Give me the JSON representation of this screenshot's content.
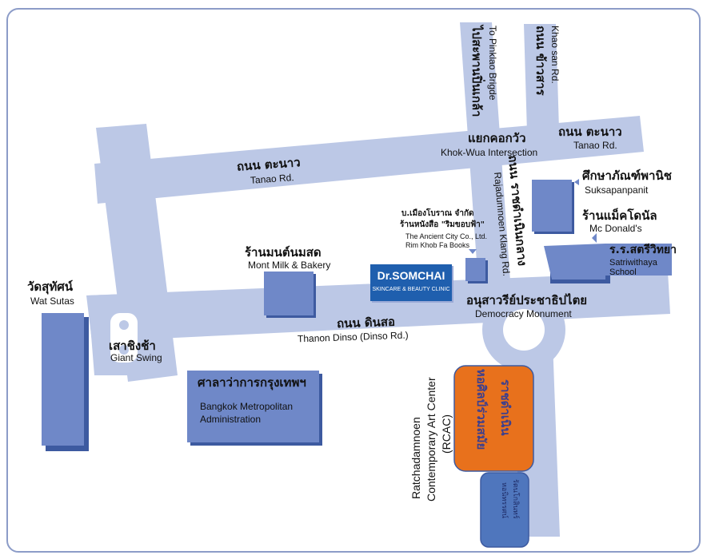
{
  "roads": {
    "tanao_top_left": {
      "th": "ถนน ตะนาว",
      "en": "Tanao Rd."
    },
    "tanao_top_right": {
      "th": "ถนน ตะนาว",
      "en": "Tanao Rd."
    },
    "khok_wua": {
      "th": "แยกคอกวัว",
      "en": "Khok-Wua Intersection"
    },
    "pinklao": {
      "th": "ไปสะพานปิ่นเกล้า",
      "en": "To Pinklao Brigde"
    },
    "khao_san": {
      "th": "ถนน ข้าวสาร",
      "en": "Khao san Rd."
    },
    "rajadamnoen": {
      "th": "ถนน ราชดำเนินกลาง",
      "en": "Rajadumnoen Klang Rd."
    },
    "dinso": {
      "th": "ถนน ดินสอ",
      "en": "Thanon Dinso (Dinso Rd.)"
    }
  },
  "places": {
    "wat_sutas": {
      "th": "วัดสุทัศน์",
      "en": "Wat Sutas"
    },
    "giant_swing": {
      "th": "เสาชิงช้า",
      "en": "Giant Swing"
    },
    "bma": {
      "th": "ศาลาว่าการกรุงเทพฯ",
      "en1": "Bangkok Metropolitan",
      "en2": "Administration"
    },
    "mont": {
      "th": "ร้านมนต์นมสด",
      "en": "Mont Milk & Bakery"
    },
    "ancient_city": {
      "th1": "บ.เมืองโบราณ จำกัด",
      "th2": "ร้านหนังสือ \"ริมขอบฟ้า\"",
      "en1": "The Ancient City Co., Ltd.",
      "en2": "Rim Khob Fa Books"
    },
    "somchai": {
      "name": "Dr.SOMCHAI",
      "sub": "SKINCARE & BEAUTY CLINIC"
    },
    "democracy": {
      "th": "อนุสาวรีย์ประชาธิปไตย",
      "en": "Democracy Monument"
    },
    "suksapan": {
      "th": "ศึกษาภัณฑ์พานิช",
      "en": "Suksapanpanit"
    },
    "mcd": {
      "th": "ร้านแม็คโดนัล",
      "en": "Mc Donald's"
    },
    "satri": {
      "th": "ร.ร.สตรีวิทยา",
      "en1": "Satriwithaya",
      "en2": "School"
    },
    "rcac": {
      "en1": "Ratchadamnoen",
      "en2": "Contemporary Art Center",
      "en3": "(RCAC)",
      "th1": "หอศิลป์ร่วมสมัย",
      "th2": "ราชดำเนิน"
    },
    "exhibition": {
      "th1": "หอนิทรรศน์",
      "th2": "รัตนโกสินทร์"
    }
  },
  "colors": {
    "road": "#bcc8e6",
    "building": "#6f88c8",
    "shadow": "#3d5aa0",
    "rcac": "#e8711c",
    "frame": "#8c9cc8"
  }
}
